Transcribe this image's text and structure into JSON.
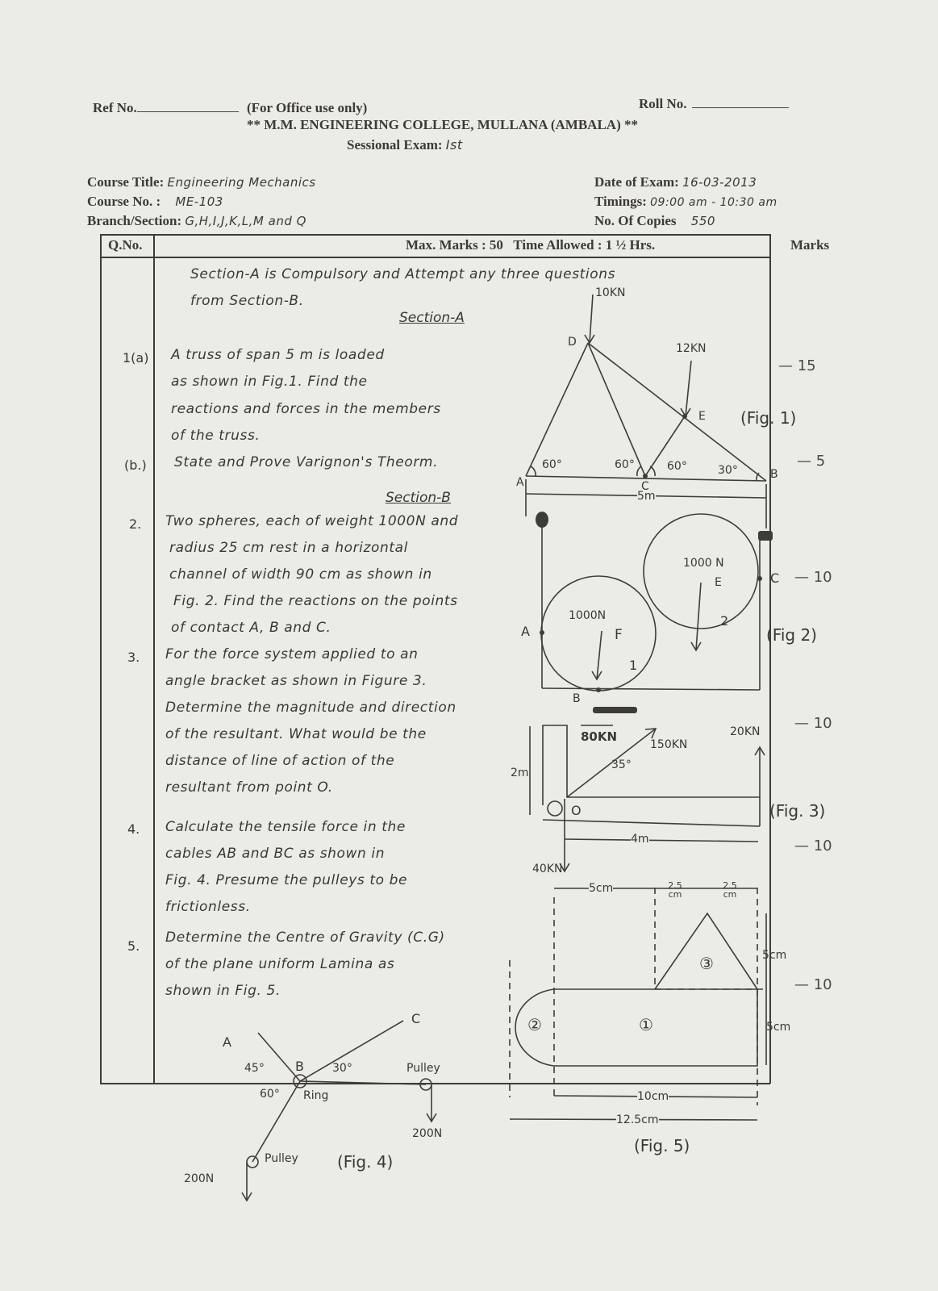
{
  "header": {
    "ref_no_label": "Ref No.",
    "office_use": "(For Office use only)",
    "roll_no_label": "Roll No.",
    "college": "** M.M. ENGINEERING COLLEGE, MULLANA (AMBALA) **",
    "exam_label": "Sessional Exam:",
    "exam_value": "Ist",
    "course_title_label": "Course Title:",
    "course_title_value": "Engineering Mechanics",
    "course_no_label": "Course No. :",
    "course_no_value": "ME-103",
    "branch_label": "Branch/Section:",
    "branch_value": "G,H,I,J,K,L,M and Q",
    "date_label": "Date of Exam:",
    "date_value": "16-03-2013",
    "timings_label": "Timings:",
    "timings_value": "09:00 am - 10:30 am",
    "copies_label": "No. Of Copies",
    "copies_value": "550"
  },
  "table": {
    "col_qno": "Q.No.",
    "col_info": "Max. Marks : 50   Time Allowed : 1 ½ Hrs.",
    "col_marks": "Marks"
  },
  "instructions": {
    "line1": "Section-A is Compulsory and Attempt any three questions",
    "line2": "from Section-B."
  },
  "sections": {
    "a": "Section-A",
    "b": "Section-B"
  },
  "questions": [
    {
      "no": "1(a)",
      "lines": [
        "A truss of span 5 m is loaded",
        "as shown in Fig.1. Find the",
        "reactions and forces in the members",
        "of the truss."
      ],
      "marks": "— 15"
    },
    {
      "no": "(b.)",
      "lines": [
        "State and Prove Varignon's Theorm."
      ],
      "marks": "— 5"
    },
    {
      "no": "2.",
      "lines": [
        "Two spheres, each of weight 1000N and",
        "radius 25 cm rest in a horizontal",
        "channel of width 90 cm as shown in",
        "Fig. 2. Find the reactions on the points",
        "of contact A, B and C."
      ],
      "marks": "— 10"
    },
    {
      "no": "3.",
      "lines": [
        "For the force system applied to an",
        "angle bracket as shown in Figure 3.",
        "Determine the magnitude and direction",
        "of the resultant. What would be the",
        "distance of line of action of the",
        "resultant from point O."
      ],
      "marks": "— 10"
    },
    {
      "no": "4.",
      "lines": [
        "Calculate the tensile force in the",
        "cables AB and BC as shown in",
        "Fig. 4. Presume the pulleys to be",
        "frictionless."
      ],
      "marks": "— 10"
    },
    {
      "no": "5.",
      "lines": [
        "Determine the Centre of Gravity (C.G)",
        "of the plane uniform Lamina as",
        "shown in Fig. 5."
      ],
      "marks": "— 10"
    }
  ],
  "fig1": {
    "caption": "(Fig. 1)",
    "load_d": "10KN",
    "load_e": "12KN",
    "node_a": "A",
    "node_b": "B",
    "node_c": "C",
    "node_d": "D",
    "node_e": "E",
    "ang1": "60°",
    "ang2": "60°",
    "ang3": "60°",
    "ang4": "30°",
    "span": "5m"
  },
  "fig2": {
    "caption": "(Fig 2)",
    "w1": "1000N",
    "w2": "1000 N",
    "pt_a": "A",
    "pt_b": "B",
    "pt_c": "C",
    "pt_e": "E",
    "pt_f": "F",
    "s1": "1",
    "s2": "2"
  },
  "fig3": {
    "caption": "(Fig. 3)",
    "f80": "80KN",
    "f150": "150KN",
    "f20": "20KN",
    "f40": "40KN",
    "angle": "35°",
    "height": "2m",
    "length": "4m",
    "origin": "O"
  },
  "fig4": {
    "caption": "(Fig. 4)",
    "pt_a": "A",
    "pt_b": "B",
    "pt_c": "C",
    "ang45": "45°",
    "ang30": "30°",
    "ang60": "60°",
    "ring": "Ring",
    "pulley1": "Pulley",
    "pulley2": "Pulley",
    "load1": "200N",
    "load2": "200N"
  },
  "fig5": {
    "caption": "(Fig. 5)",
    "d5": "5cm",
    "d25a": "2.5 cm",
    "d25b": "2.5 cm",
    "h1": "5cm",
    "h2": "5cm",
    "w10": "10cm",
    "w125": "12.5cm",
    "p1": "①",
    "p2": "②",
    "p3": "③"
  }
}
